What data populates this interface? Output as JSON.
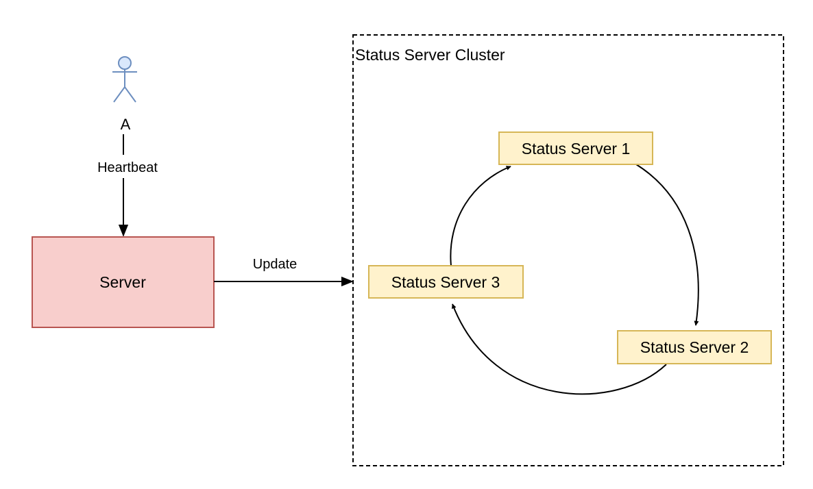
{
  "actor": {
    "label": "A",
    "icon": "stick-figure-icon"
  },
  "edges": {
    "heartbeat_label": "Heartbeat",
    "update_label": "Update"
  },
  "server": {
    "label": "Server"
  },
  "cluster": {
    "title": "Status Server Cluster",
    "nodes": {
      "s1": "Status Server 1",
      "s2": "Status Server 2",
      "s3": "Status Server 3"
    }
  },
  "colors": {
    "server_fill": "#f8cecc",
    "server_stroke": "#b85450",
    "node_fill": "#fff2cc",
    "node_stroke": "#d6b656",
    "actor_fill": "#dae8fc",
    "actor_stroke": "#6c8ebf",
    "line": "#000000"
  }
}
